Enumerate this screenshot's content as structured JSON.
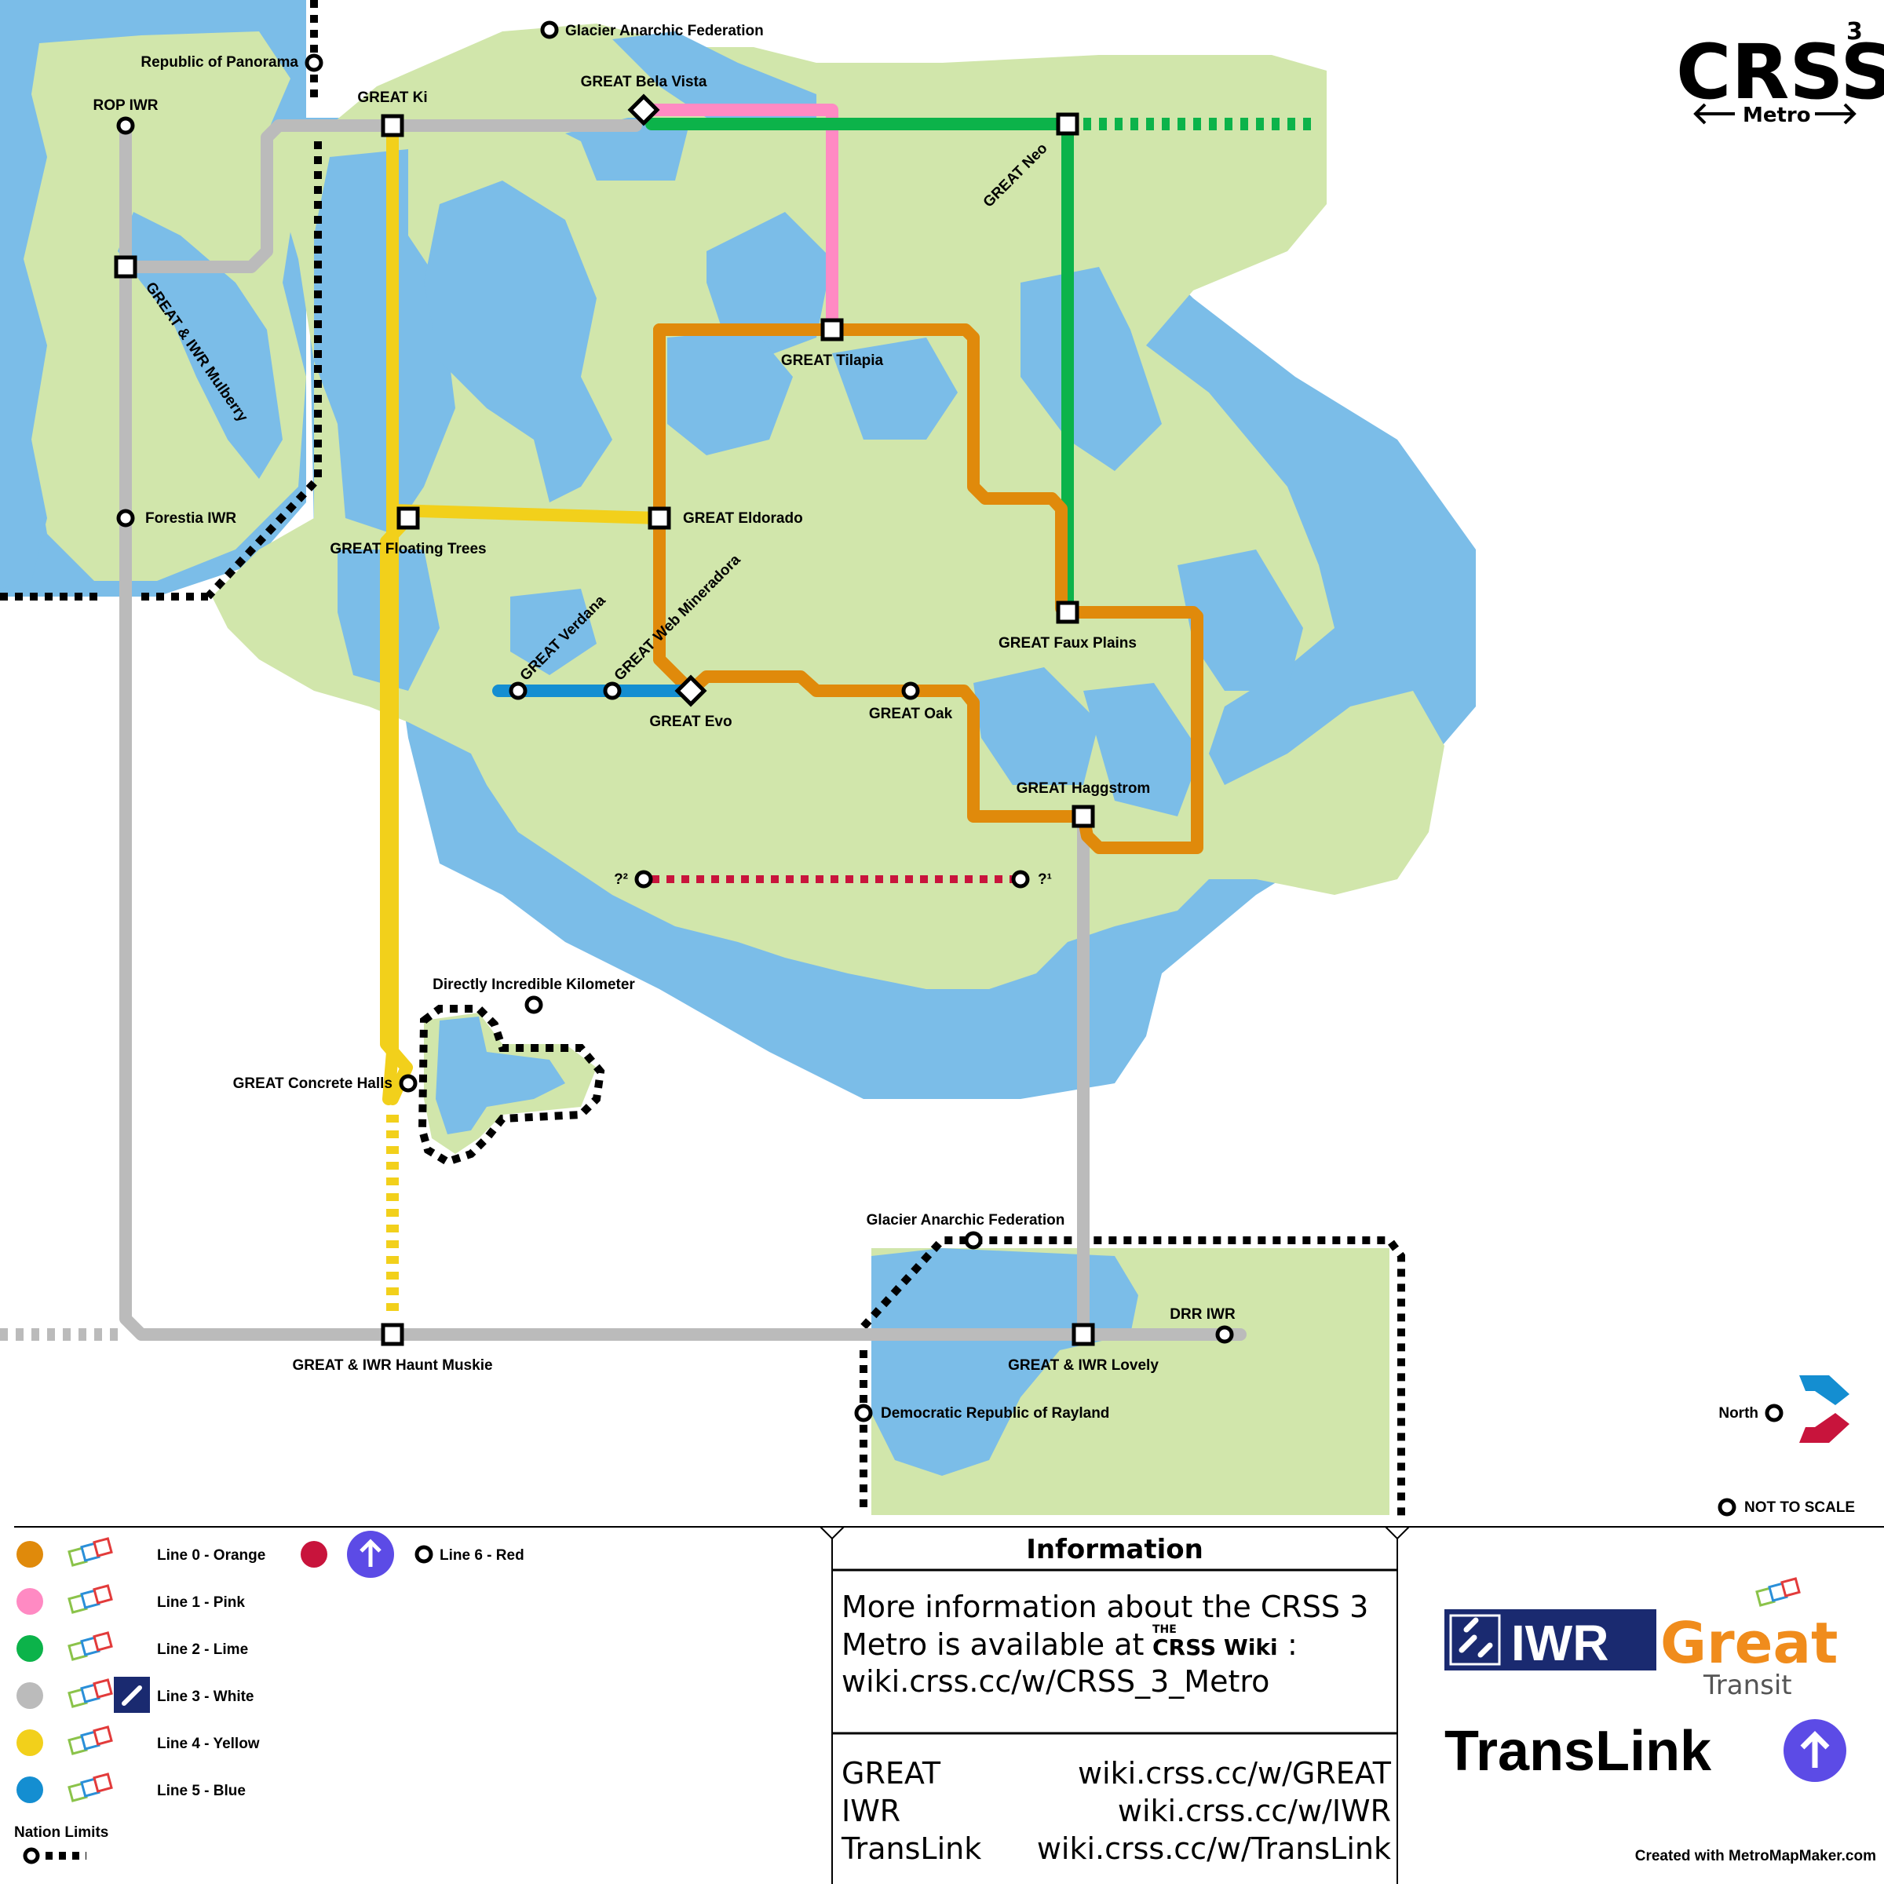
{
  "logo": {
    "title": "CRSS",
    "superscript": "3",
    "subtitle": "Metro"
  },
  "stations": {
    "glacier_north": "Glacier Anarchic Federation",
    "republic_panorama": "Republic of Panorama",
    "rop_iwr": "ROP IWR",
    "great_ki": "GREAT Ki",
    "bela_vista": "GREAT Bela Vista",
    "great_neo": "GREAT Neo",
    "mulberry": "GREAT & IWR Mulberry",
    "tilapia": "GREAT Tilapia",
    "foresta": "Forestia IWR",
    "floating_trees": "GREAT Floating Trees",
    "eldorado": "GREAT Eldorado",
    "verdana": "GREAT Verdana",
    "web_mineradora": "GREAT Web Mineradora",
    "evo": "GREAT Evo",
    "oak": "GREAT Oak",
    "faux_plains": "GREAT Faux Plains",
    "haggstrom": "GREAT Haggstrom",
    "q2": "?²",
    "q1": "?¹",
    "dik": "Directly Incredible Kilometer",
    "concrete_halls": "GREAT Concrete Halls",
    "glacier_south": "Glacier Anarchic Federation",
    "drr_iwr": "DRR IWR",
    "haunt_muskie": "GREAT & IWR Haunt Muskie",
    "lovely": "GREAT & IWR Lovely",
    "rayland": "Democratic Republic of Rayland",
    "north": "North",
    "not_to_scale": "NOT TO SCALE"
  },
  "lines": [
    {
      "id": "orange",
      "color": "#e08a0b"
    },
    {
      "id": "pink",
      "color": "#ff8ac3"
    },
    {
      "id": "lime",
      "color": "#0cb34a"
    },
    {
      "id": "white",
      "color": "#bbbbbb"
    },
    {
      "id": "yellow",
      "color": "#f2d01b"
    },
    {
      "id": "blue",
      "color": "#148ed1"
    },
    {
      "id": "red",
      "color": "#c8143c"
    }
  ],
  "colors": {
    "water": "#7bbde8",
    "land": "#d1e6ab"
  },
  "legend": {
    "items": [
      {
        "label": "Line 0 - Orange",
        "color": "#e08a0b"
      },
      {
        "label": "Line 1 - Pink",
        "color": "#ff8ac3"
      },
      {
        "label": "Line 2 - Lime",
        "color": "#0cb34a"
      },
      {
        "label": "Line 3 - White",
        "color": "#bbbbbb"
      },
      {
        "label": "Line 4 - Yellow",
        "color": "#f2d01b"
      },
      {
        "label": "Line 5 - Blue",
        "color": "#148ed1"
      }
    ],
    "red_label": "Line 6 - Red",
    "nation_limits": "Nation Limits"
  },
  "info": {
    "title": "Information",
    "text_line1": "More information about the CRSS 3",
    "text_line2": "Metro is available at",
    "wiki_logo_small": "THE",
    "wiki_logo": "CRSS Wiki",
    "colon": ":",
    "url": "wiki.crss.cc/w/CRSS_3_Metro",
    "links": [
      {
        "name": "GREAT",
        "url": "wiki.crss.cc/w/GREAT"
      },
      {
        "name": "IWR",
        "url": "wiki.crss.cc/w/IWR"
      },
      {
        "name": "TransLink",
        "url": "wiki.crss.cc/w/TransLink"
      }
    ]
  },
  "brands": {
    "iwr": "IWR",
    "great": "Great",
    "transit": "Transit",
    "translink": "TransLink"
  },
  "credit": "Created with MetroMapMaker.com"
}
